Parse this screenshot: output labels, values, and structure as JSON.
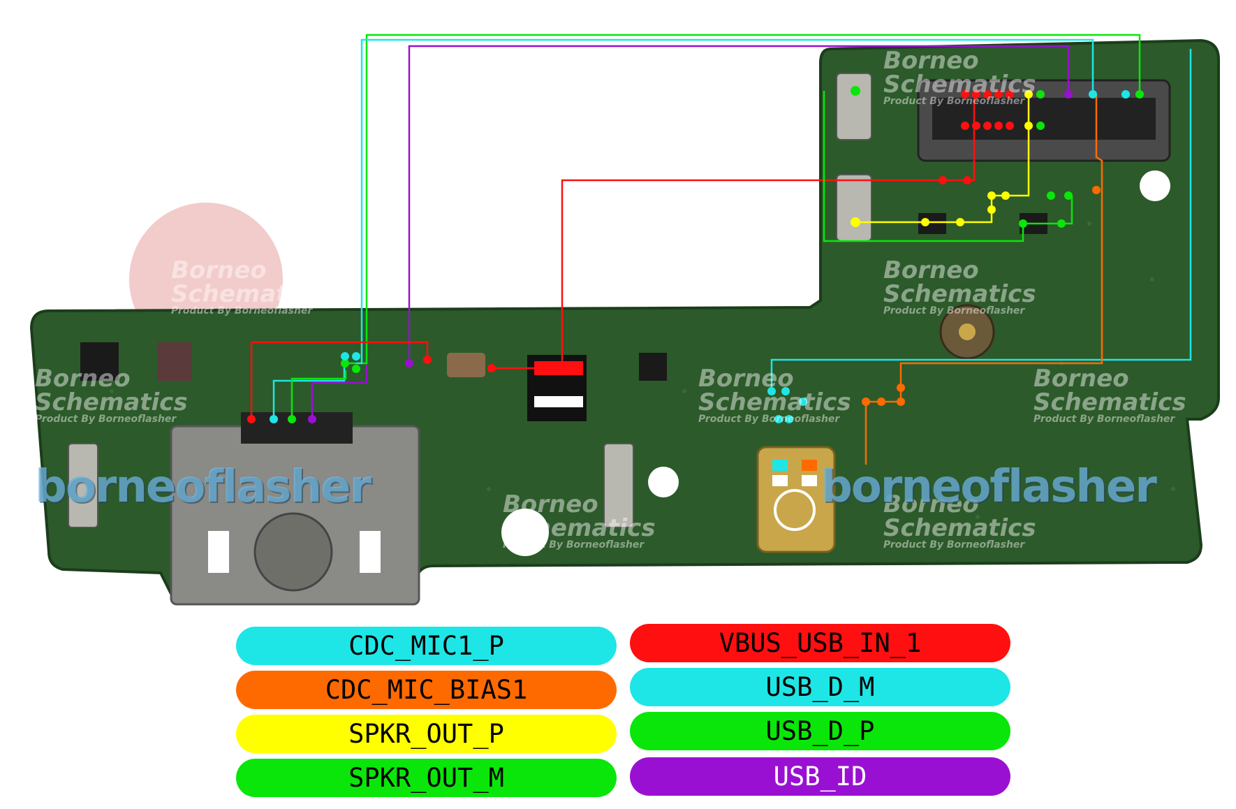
{
  "watermarks": [
    {
      "line1": "Borneo",
      "line2": "Schematics",
      "line3": "Product By Borneoflasher"
    }
  ],
  "brand": "borneoflasher",
  "legend": [
    {
      "label": "CDC_MIC1_P",
      "color": "#1ee6e6"
    },
    {
      "label": "VBUS_USB_IN_1",
      "color": "#ff0f0f"
    },
    {
      "label": "CDC_MIC_BIAS1",
      "color": "#ff6a00"
    },
    {
      "label": "USB_D_M",
      "color": "#1ee6e6"
    },
    {
      "label": "SPKR_OUT_P",
      "color": "#ffff00"
    },
    {
      "label": "USB_D_P",
      "color": "#0ae60a"
    },
    {
      "label": "SPKR_OUT_M",
      "color": "#0ae60a"
    },
    {
      "label": "USB_ID",
      "color": "#9a10d2"
    }
  ],
  "colors": {
    "board": "#2c5a2a",
    "board_edge": "#1c3d1c",
    "vbus": "#ff0f0f",
    "mic_bias": "#ff6a00",
    "spkr_p": "#ffff00",
    "green_net": "#0ae60a",
    "cyan_net": "#1ee6e6",
    "usb_id": "#9a10d2"
  }
}
